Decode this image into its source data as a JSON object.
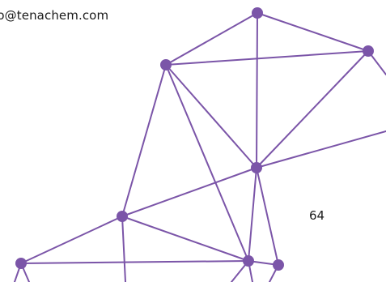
{
  "footer": {
    "contact_email": "fo@tenachem.com",
    "page_number": "64"
  },
  "decoration": {
    "name": "network-graphic",
    "color": "#7b55a8"
  }
}
